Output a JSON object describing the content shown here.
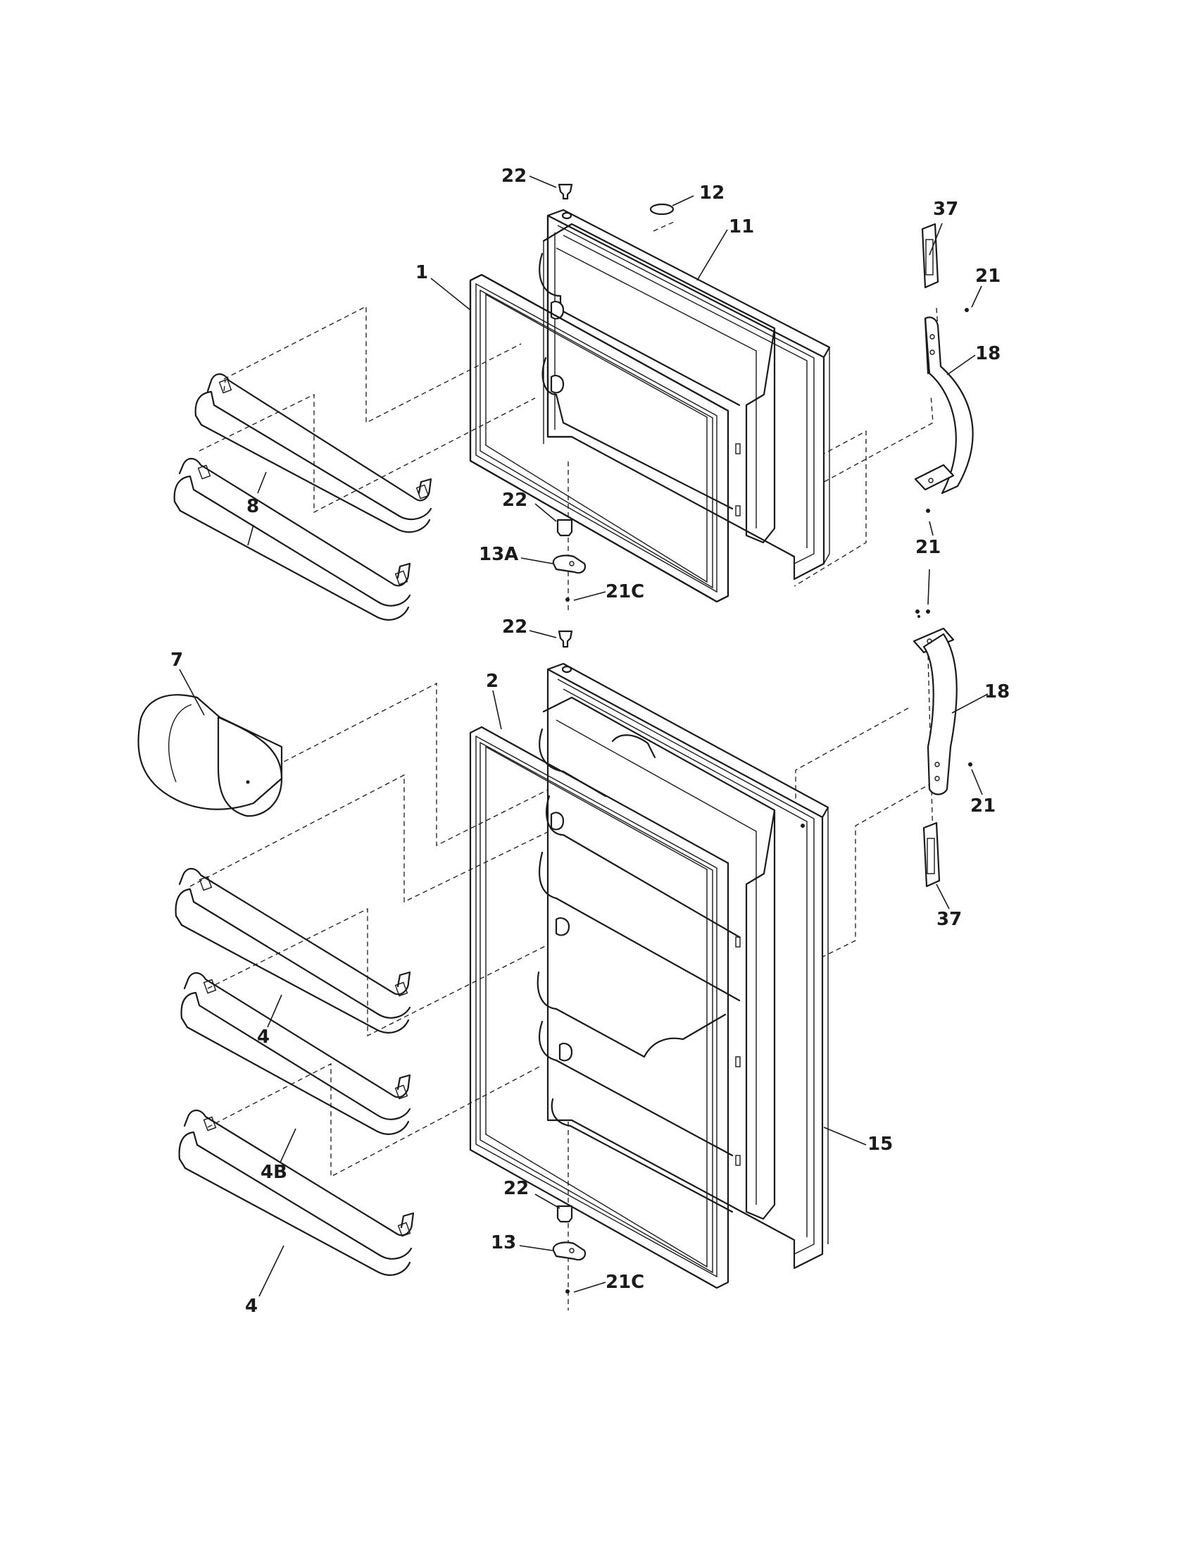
{
  "callouts": {
    "c22_top": "22",
    "c12": "12",
    "c11": "11",
    "c37_top": "37",
    "c21_top": "21",
    "c1": "1",
    "c18_top": "18",
    "c8": "8",
    "c22_mid1": "22",
    "c21_mid": "21",
    "c13A": "13A",
    "c21C_top": "21C",
    "c22_mid2": "22",
    "c7": "7",
    "c2": "2",
    "c18_bot": "18",
    "c21_bot": "21",
    "c37_bot": "37",
    "c4_top": "4",
    "c4B": "4B",
    "c15": "15",
    "c22_bot": "22",
    "c13": "13",
    "c21C_bot": "21C",
    "c4_bot": "4"
  }
}
